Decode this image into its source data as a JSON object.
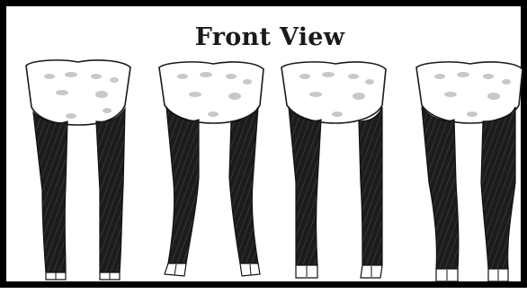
{
  "title": "Front View",
  "colors": {
    "border": "#000000",
    "background": "#ffffff",
    "leg_fill": "#1a1a1a",
    "spot_fill": "#c9c9c9"
  },
  "figures": [
    {
      "name": "leg-pair-1"
    },
    {
      "name": "leg-pair-2"
    },
    {
      "name": "leg-pair-3"
    },
    {
      "name": "leg-pair-4"
    }
  ]
}
